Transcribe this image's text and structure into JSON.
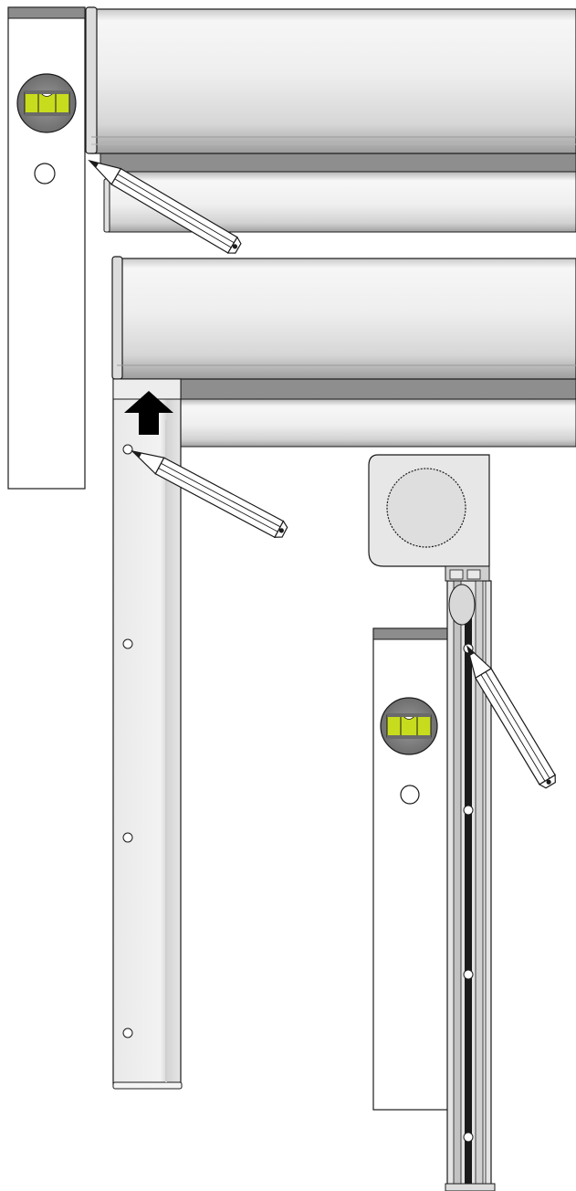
{
  "diagram": {
    "kind": "installation-illustration",
    "colors": {
      "outline": "#1a1a1a",
      "tube_light": "#f4f4f4",
      "tube_mid": "#d9d9d9",
      "tube_dark": "#a8a8a8",
      "panel": "#ececec",
      "panel_cap": "#8c8c8c",
      "level_bubble": "#c8dc1e",
      "level_ring": "#8a8a8a",
      "arrow": "#000000",
      "pencil_body": "#ffffff"
    },
    "steps": [
      {
        "id": "step-1",
        "items": [
          "spirit-level",
          "roller-tube",
          "pencil",
          "mark-hole"
        ]
      },
      {
        "id": "step-2",
        "items": [
          "side-rail",
          "roller-tube",
          "up-arrow",
          "pencil",
          "rail-holes"
        ]
      },
      {
        "id": "step-3",
        "items": [
          "end-cap-box",
          "guide-channel",
          "spirit-level",
          "pencil",
          "channel-holes"
        ]
      }
    ]
  }
}
